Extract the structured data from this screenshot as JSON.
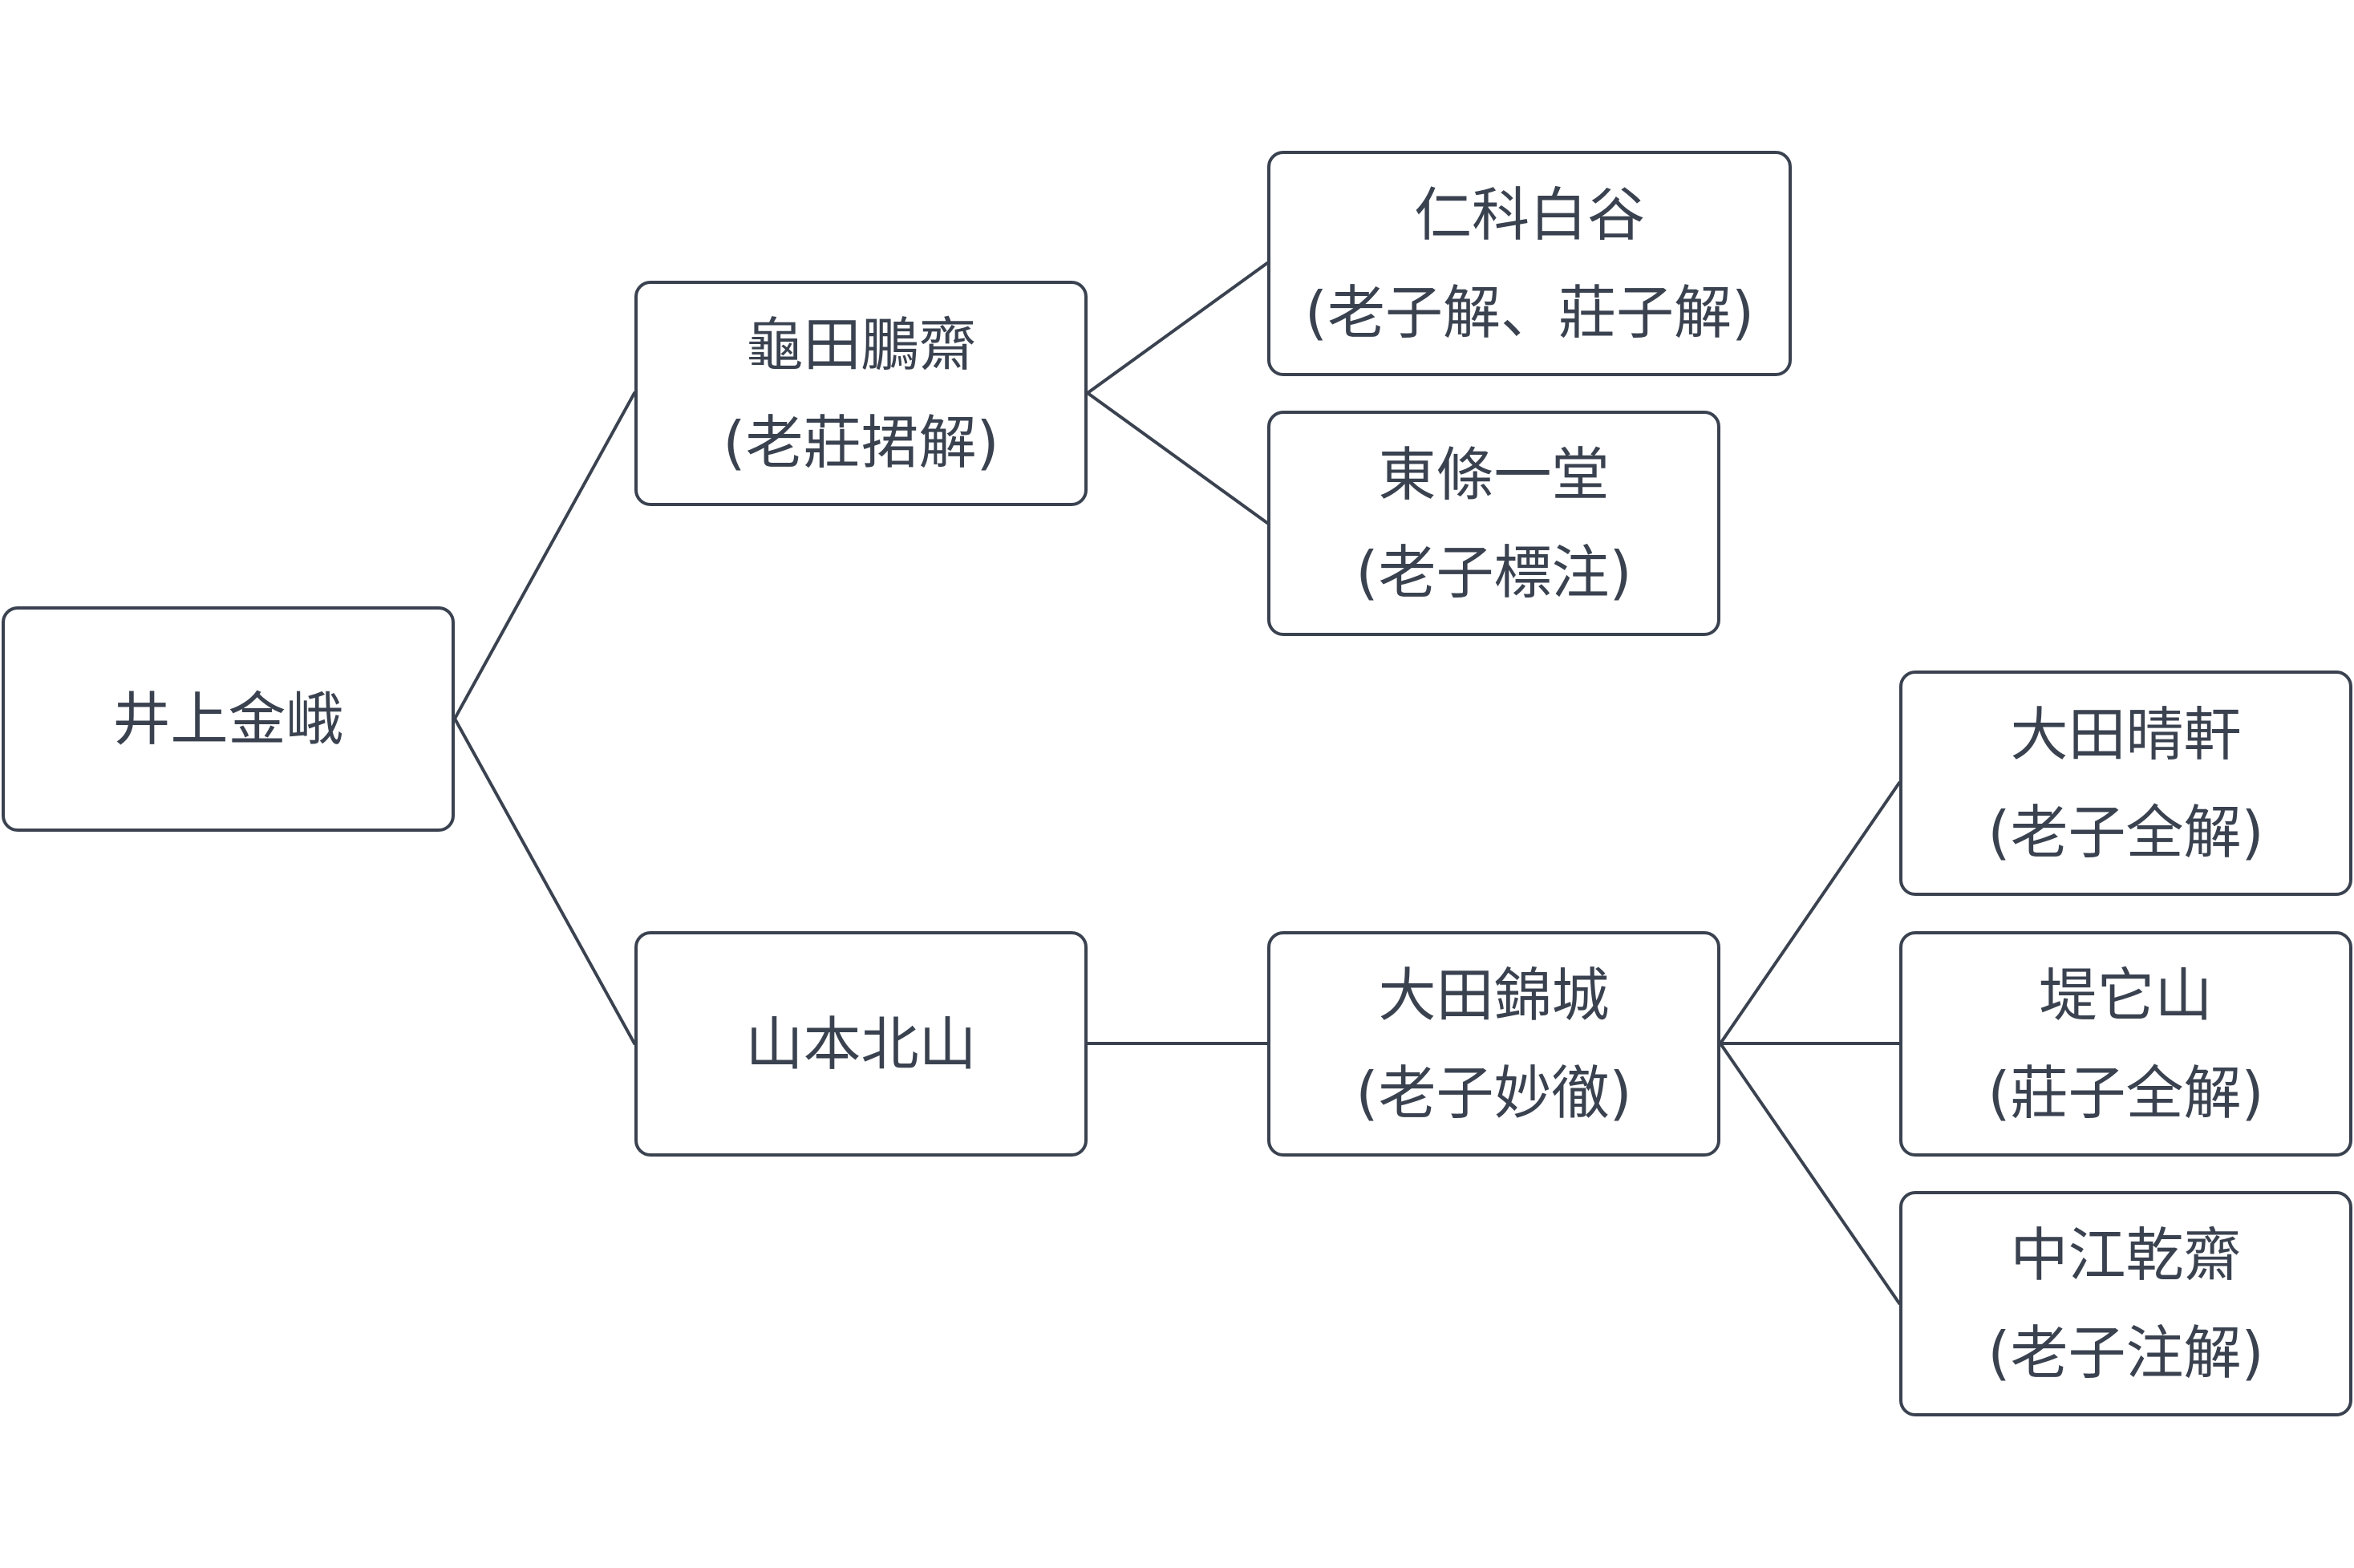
{
  "nodes": {
    "root": {
      "name": "井上金峨",
      "work": ""
    },
    "kameda": {
      "name": "龜田鵬齋",
      "work": "(老莊捃解)"
    },
    "yama": {
      "name": "山本北山",
      "work": ""
    },
    "nishina": {
      "name": "仁科白谷",
      "work": "(老子解、莊子解)"
    },
    "tojo": {
      "name": "東條一堂",
      "work": "(老子標注)"
    },
    "kinjo": {
      "name": "大田錦城",
      "work": "(老子妙徹)"
    },
    "seiken": {
      "name": "大田晴軒",
      "work": "(老子全解)"
    },
    "tsutsumi": {
      "name": "堤它山",
      "work": "(莊子全解)"
    },
    "nakae": {
      "name": "中江乾齋",
      "work": "(老子注解)"
    }
  },
  "edges": [
    [
      "root",
      "kameda"
    ],
    [
      "root",
      "yama"
    ],
    [
      "kameda",
      "nishina"
    ],
    [
      "kameda",
      "tojo"
    ],
    [
      "yama",
      "kinjo"
    ],
    [
      "kinjo",
      "seiken"
    ],
    [
      "kinjo",
      "tsutsumi"
    ],
    [
      "kinjo",
      "nakae"
    ]
  ],
  "colors": {
    "stroke": "#3a4250",
    "text": "#3a4250",
    "background": "#ffffff"
  }
}
